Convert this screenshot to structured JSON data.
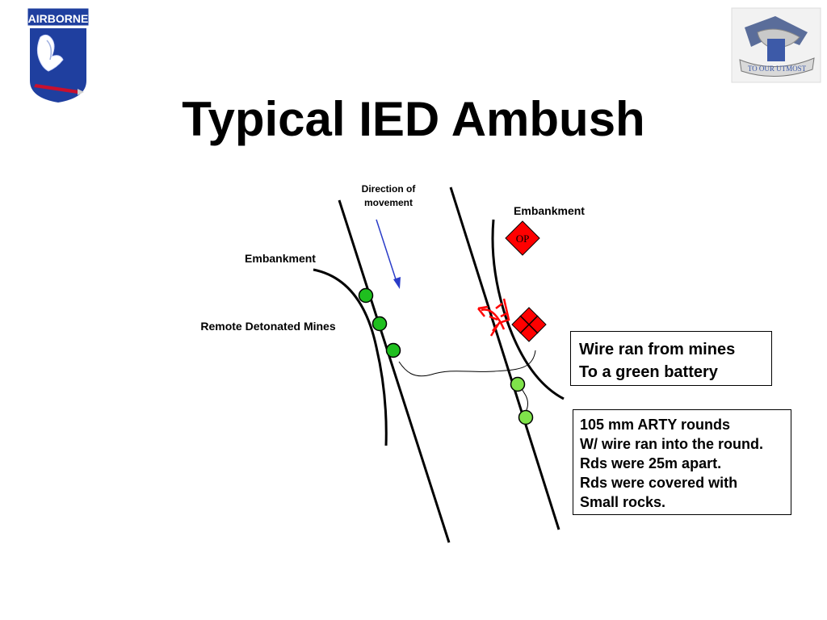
{
  "title": "Typical IED Ambush",
  "badges": {
    "left_tab_text": "AIRBORNE",
    "right_motto_text": "TO OUR UTMOST"
  },
  "labels": {
    "direction_line1": "Direction of",
    "direction_line2": "movement",
    "embankment_right": "Embankment",
    "embankment_left": "Embankment",
    "remote_mines": "Remote Detonated Mines",
    "op": "OP"
  },
  "notes": {
    "wire": [
      "Wire ran from mines",
      "To a green battery"
    ],
    "arty": [
      "105 mm ARTY rounds",
      "W/ wire ran into the round.",
      "Rds were 25m apart.",
      "Rds were covered with",
      "Small rocks."
    ]
  },
  "colors": {
    "mine_dark_green": "#1fbf1f",
    "round_light_green": "#7fe34a",
    "op_red": "#ff0000",
    "arrow_blue": "#2a3cc8",
    "badge_blue": "#1f3f9f"
  }
}
